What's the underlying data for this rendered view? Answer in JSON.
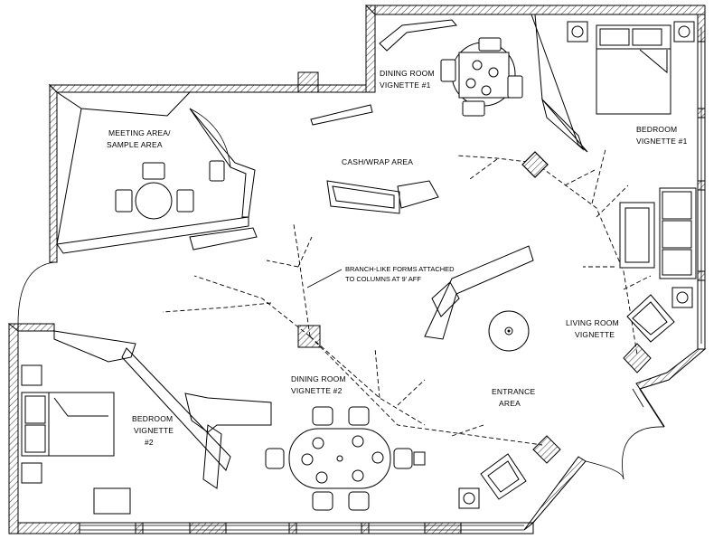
{
  "labels": {
    "dining_room_1": [
      "DINING ROOM",
      "VIGNETTE #1"
    ],
    "meeting_area": [
      "MEETING AREA/",
      "SAMPLE AREA"
    ],
    "cash_wrap": "CASH/WRAP AREA",
    "bedroom_1": [
      "BEDROOM",
      "VIGNETTE #1"
    ],
    "branch_note": [
      "BRANCH-LIKE FORMS ATTACHED",
      "TO COLUMNS AT 9' AFF"
    ],
    "living_room": [
      "LIVING ROOM",
      "VIGNETTE"
    ],
    "bedroom_2": [
      "BEDROOM",
      "VIGNETTE",
      "#2"
    ],
    "dining_room_2": [
      "DINING ROOM",
      "VIGNETTE #2"
    ],
    "entrance": [
      "ENTRANCE",
      "AREA"
    ]
  }
}
